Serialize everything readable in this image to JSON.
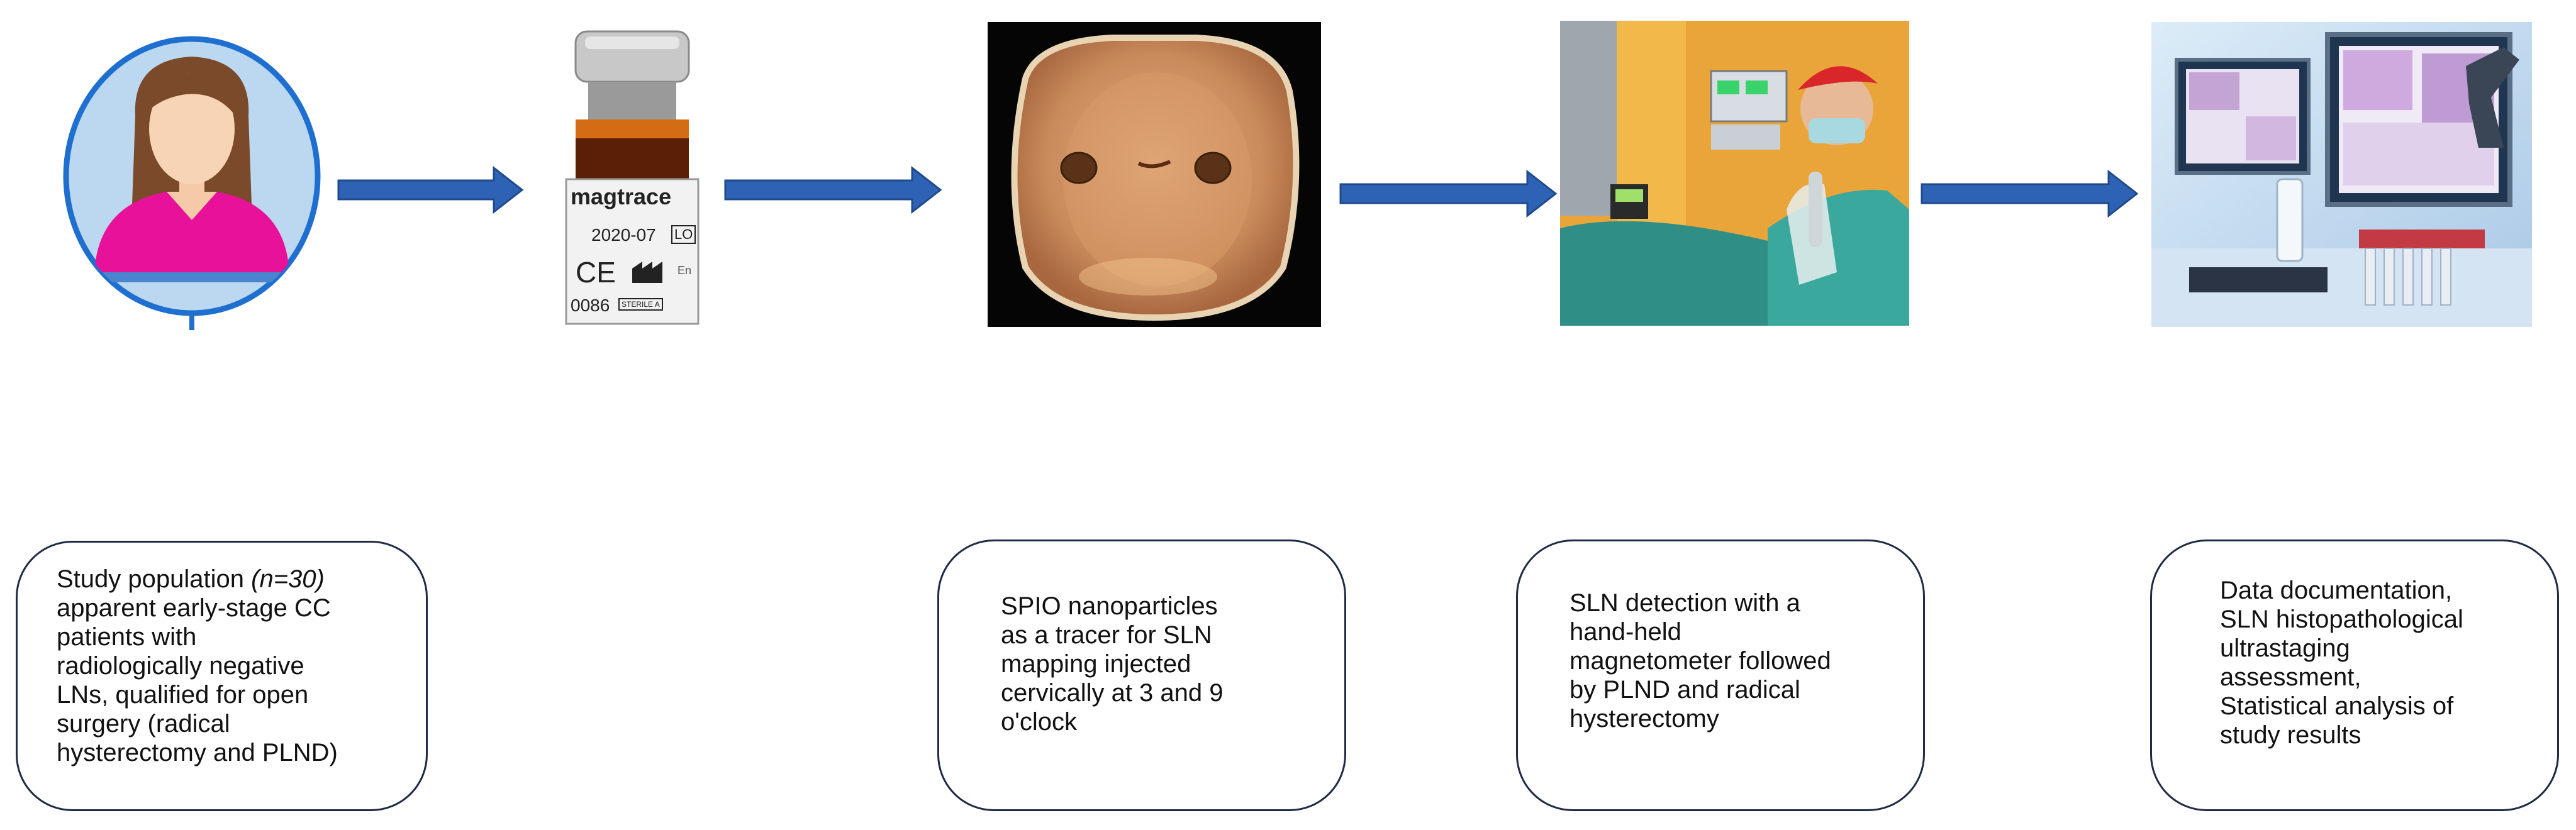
{
  "steps": [
    {
      "id": "patient",
      "icon": "patient-avatar-icon"
    },
    {
      "id": "tracer",
      "icon": "magtrace-vial-icon",
      "vial": {
        "brand": "magtrace",
        "date": "2020-07",
        "lot_prefix": "LO",
        "ce_mark": "CE",
        "code": "0086",
        "sterile": "STERILE A",
        "extra": "En"
      }
    },
    {
      "id": "injection",
      "icon": "cervix-injection-photo"
    },
    {
      "id": "detection",
      "icon": "surgeon-magnetometer-photo"
    },
    {
      "id": "analysis",
      "icon": "lab-microscope-photo"
    }
  ],
  "boxes": {
    "population": {
      "lead": "Study population ",
      "n": "(n=30)",
      "lines": [
        "apparent early-stage CC",
        "patients with",
        "radiologically negative",
        "LNs, qualified for open",
        "surgery (radical",
        "hysterectomy and PLND)"
      ]
    },
    "spio": {
      "lines": [
        "SPIO nanoparticles",
        "as a tracer for SLN",
        "mapping injected",
        "cervically at 3 and 9",
        "o'clock"
      ]
    },
    "sln": {
      "lines": [
        "SLN detection with a",
        "hand-held",
        "magnetometer followed",
        "by PLND and radical",
        "hysterectomy"
      ]
    },
    "data": {
      "lines": [
        "Data documentation,",
        "SLN histopathological",
        "ultrastaging",
        "assessment,",
        "Statistical analysis of",
        "study results"
      ]
    }
  },
  "colors": {
    "arrow": "#2e62b5",
    "arrow_edge": "#1f4a8c",
    "box_border": "#1f2a44",
    "avatar_ring": "#1e6fd0",
    "avatar_bg": "#bcd8f0",
    "shirt": "#e8119a"
  }
}
